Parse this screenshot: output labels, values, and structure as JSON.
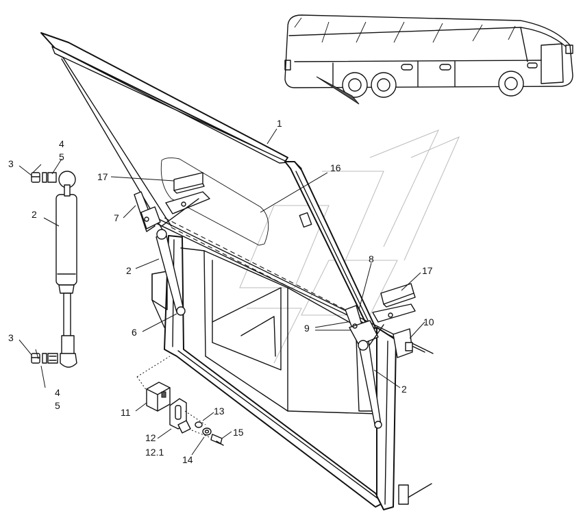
{
  "callouts": [
    {
      "id": "c1",
      "text": "1"
    },
    {
      "id": "c16",
      "text": "16"
    },
    {
      "id": "c17a",
      "text": "17"
    },
    {
      "id": "c7",
      "text": "7"
    },
    {
      "id": "c2a",
      "text": "2"
    },
    {
      "id": "c6",
      "text": "6"
    },
    {
      "id": "c8",
      "text": "8"
    },
    {
      "id": "c17b",
      "text": "17"
    },
    {
      "id": "c9",
      "text": "9"
    },
    {
      "id": "c10",
      "text": "10"
    },
    {
      "id": "c2b",
      "text": "2"
    },
    {
      "id": "c11",
      "text": "11"
    },
    {
      "id": "c12",
      "text": "12"
    },
    {
      "id": "c121",
      "text": "12.1"
    },
    {
      "id": "c13",
      "text": "13"
    },
    {
      "id": "c14",
      "text": "14"
    },
    {
      "id": "c15",
      "text": "15"
    },
    {
      "id": "c4a",
      "text": "4"
    },
    {
      "id": "c5a",
      "text": "5"
    },
    {
      "id": "c3a",
      "text": "3"
    },
    {
      "id": "c2c",
      "text": "2"
    },
    {
      "id": "c3b",
      "text": "3"
    },
    {
      "id": "c4b",
      "text": "4"
    },
    {
      "id": "c5b",
      "text": "5"
    }
  ]
}
